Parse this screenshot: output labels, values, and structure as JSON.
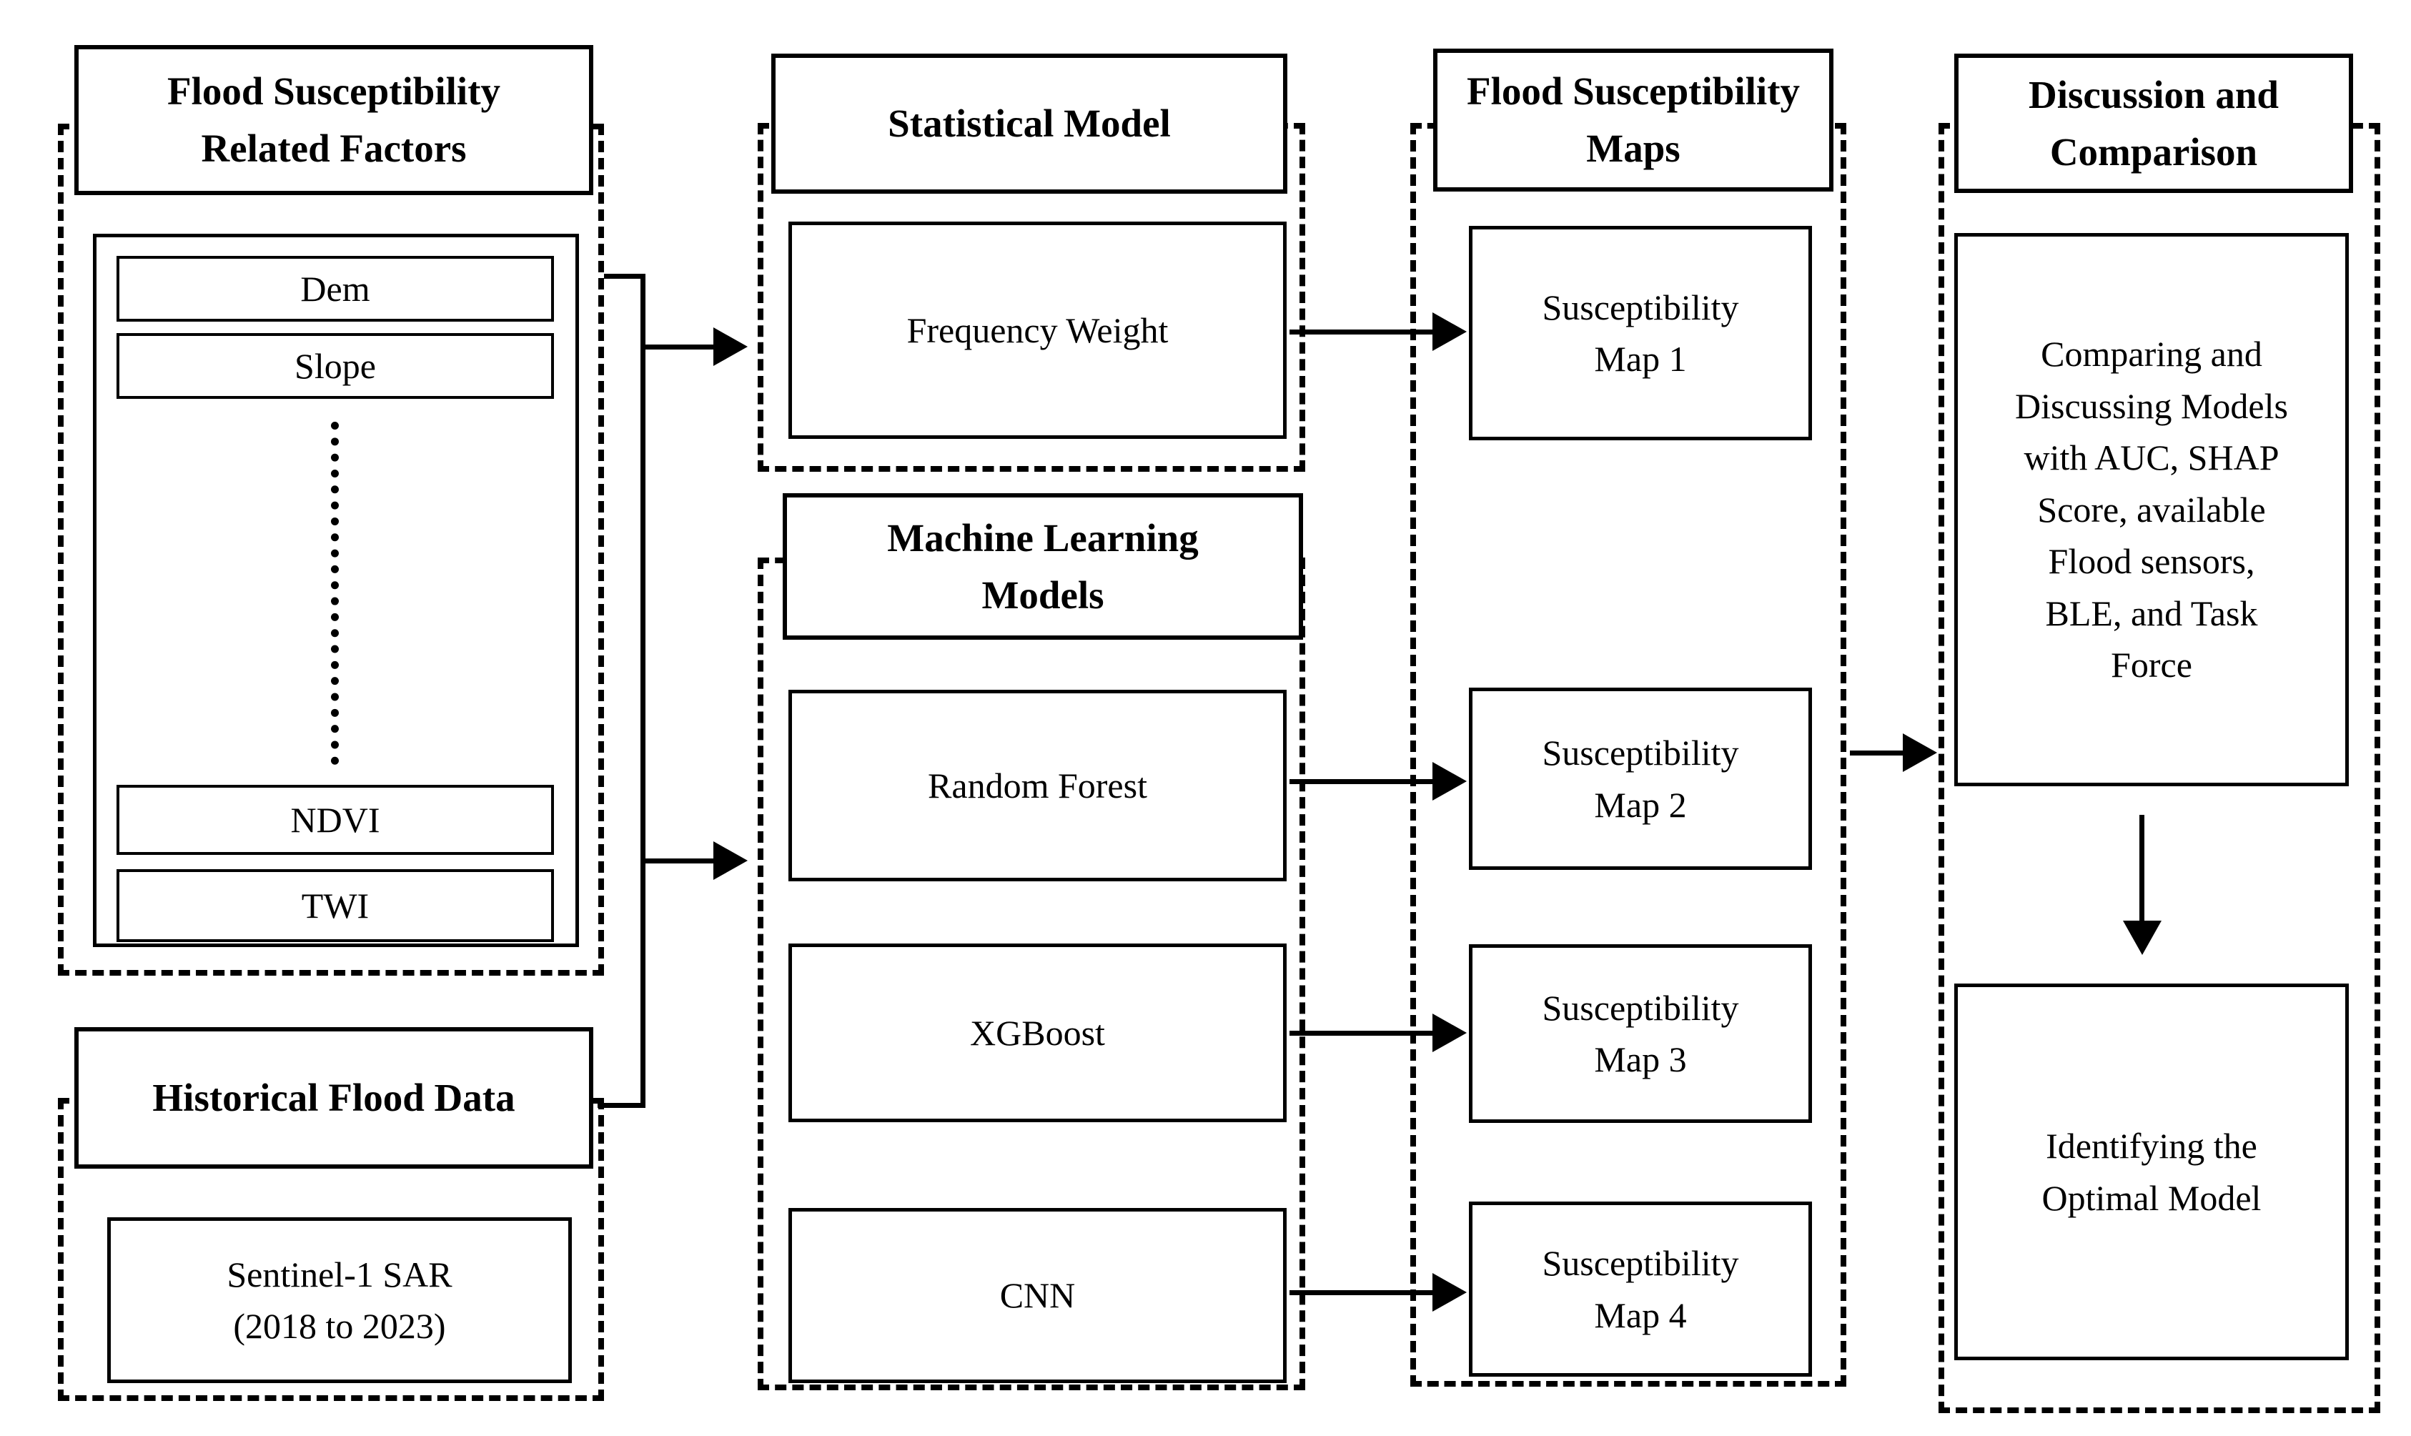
{
  "page": {
    "background_color": "#ffffff",
    "line_color": "#000000"
  },
  "groups": {
    "factors": {
      "title": "Flood Susceptibility\nRelated Factors",
      "items": [
        "Dem",
        "Slope",
        "NDVI",
        "TWI"
      ]
    },
    "historical": {
      "title": "Historical Flood Data",
      "box": "Sentinel-1 SAR\n(2018 to 2023)"
    },
    "statistical": {
      "title": "Statistical Model",
      "box": "Frequency Weight"
    },
    "ml": {
      "title": "Machine Learning\nModels",
      "boxes": [
        "Random Forest",
        "XGBoost",
        "CNN"
      ]
    },
    "maps": {
      "title": "Flood Susceptibility\nMaps",
      "boxes": [
        "Susceptibility\nMap 1",
        "Susceptibility\nMap 2",
        "Susceptibility\nMap 3",
        "Susceptibility\nMap 4"
      ]
    },
    "discussion": {
      "title": "Discussion and\nComparison",
      "comparing": "Comparing and\nDiscussing Models\nwith AUC, SHAP\nScore, available\nFlood sensors,\nBLE, and Task\nForce",
      "identifying": "Identifying the\nOptimal Model"
    }
  }
}
